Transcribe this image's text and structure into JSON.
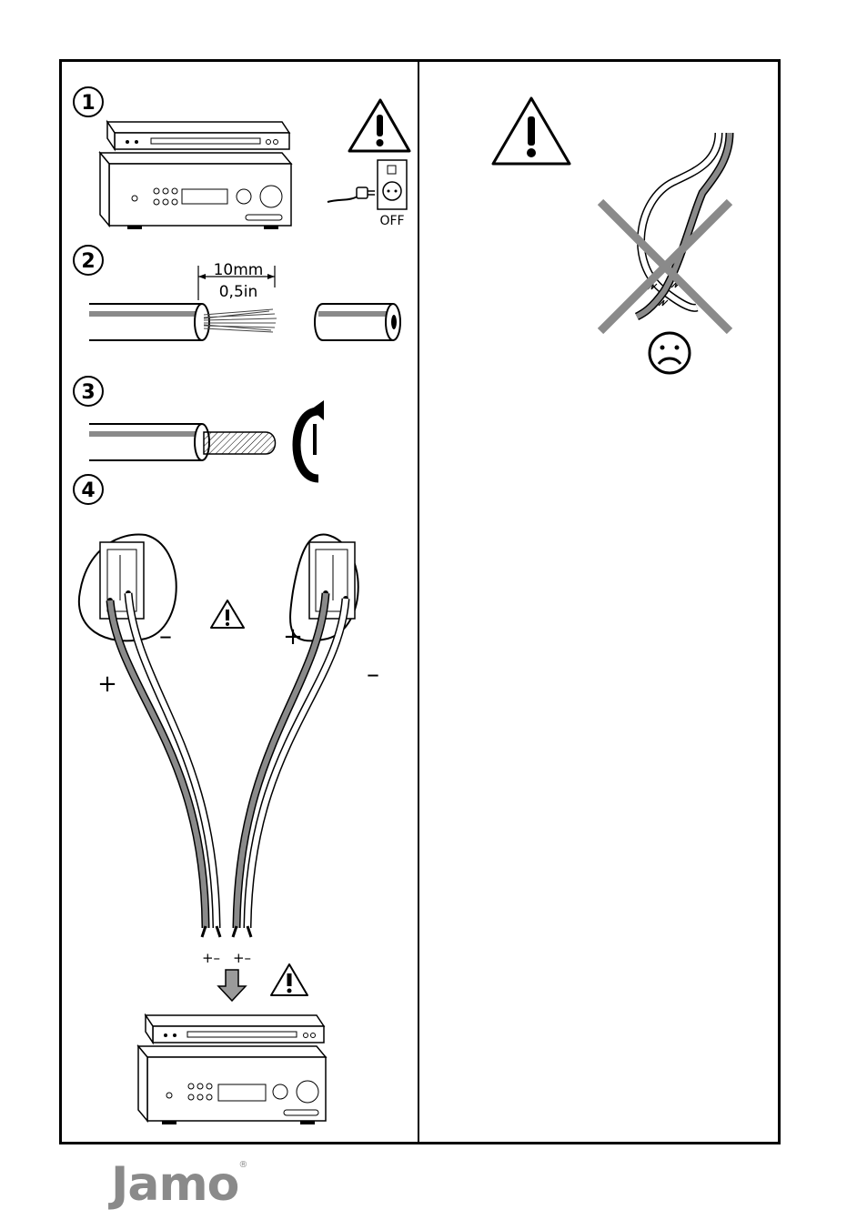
{
  "steps": [
    {
      "number": "1"
    },
    {
      "number": "2",
      "strip_length_mm": "10mm",
      "strip_length_in": "0,5in"
    },
    {
      "number": "3"
    },
    {
      "number": "4",
      "plus": "+",
      "minus": "–",
      "plus_minus_pair_a": "+–",
      "plus_minus_pair_b": "+–"
    }
  ],
  "power": {
    "off_label": "OFF"
  },
  "brand": {
    "logo_text": "Jamo",
    "registered": "®"
  },
  "icons": [
    "warning-triangle-icon",
    "power-outlet-icon",
    "rotate-arrow-icon",
    "sad-face-icon",
    "down-arrow-icon",
    "cross-icon"
  ]
}
